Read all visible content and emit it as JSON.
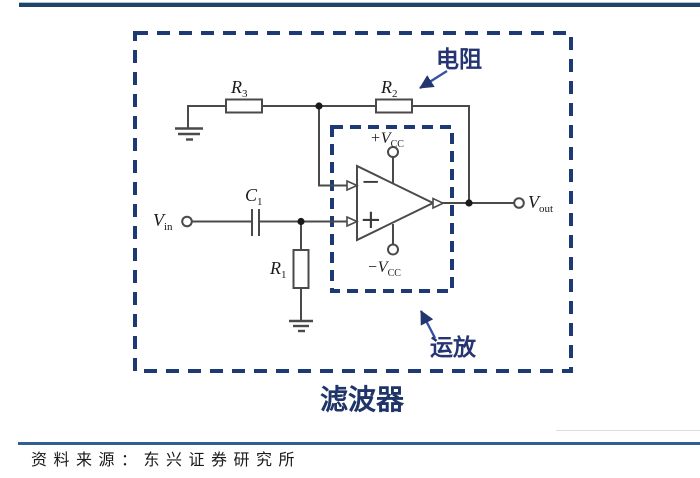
{
  "diagram": {
    "outer_box_label": "滤波器",
    "annotations": {
      "resistor_label": "电阻",
      "opamp_label": "运放"
    },
    "components": {
      "r3": {
        "base": "R",
        "sub": "3"
      },
      "r2": {
        "base": "R",
        "sub": "2"
      },
      "r1": {
        "base": "R",
        "sub": "1"
      },
      "c1": {
        "base": "C",
        "sub": "1"
      },
      "vin": {
        "base": "V",
        "sub": "in"
      },
      "vout": {
        "base": "V",
        "sub": "out"
      },
      "vcc_pos": {
        "base": "+V",
        "sub": "CC"
      },
      "vcc_neg": {
        "base": "−V",
        "sub": "CC"
      },
      "inverting_input": "−",
      "noninverting_input": "+"
    },
    "colors": {
      "dashed_box": "#1e3a74",
      "annotation_text": "#253472",
      "annotation_arrow": "#3453a4",
      "wire": "#4a4a4a",
      "top_rule": "#1f4468",
      "bottom_rule": "#2e6093"
    }
  },
  "footer": {
    "source_text": "资料来源：东兴证券研究所"
  }
}
